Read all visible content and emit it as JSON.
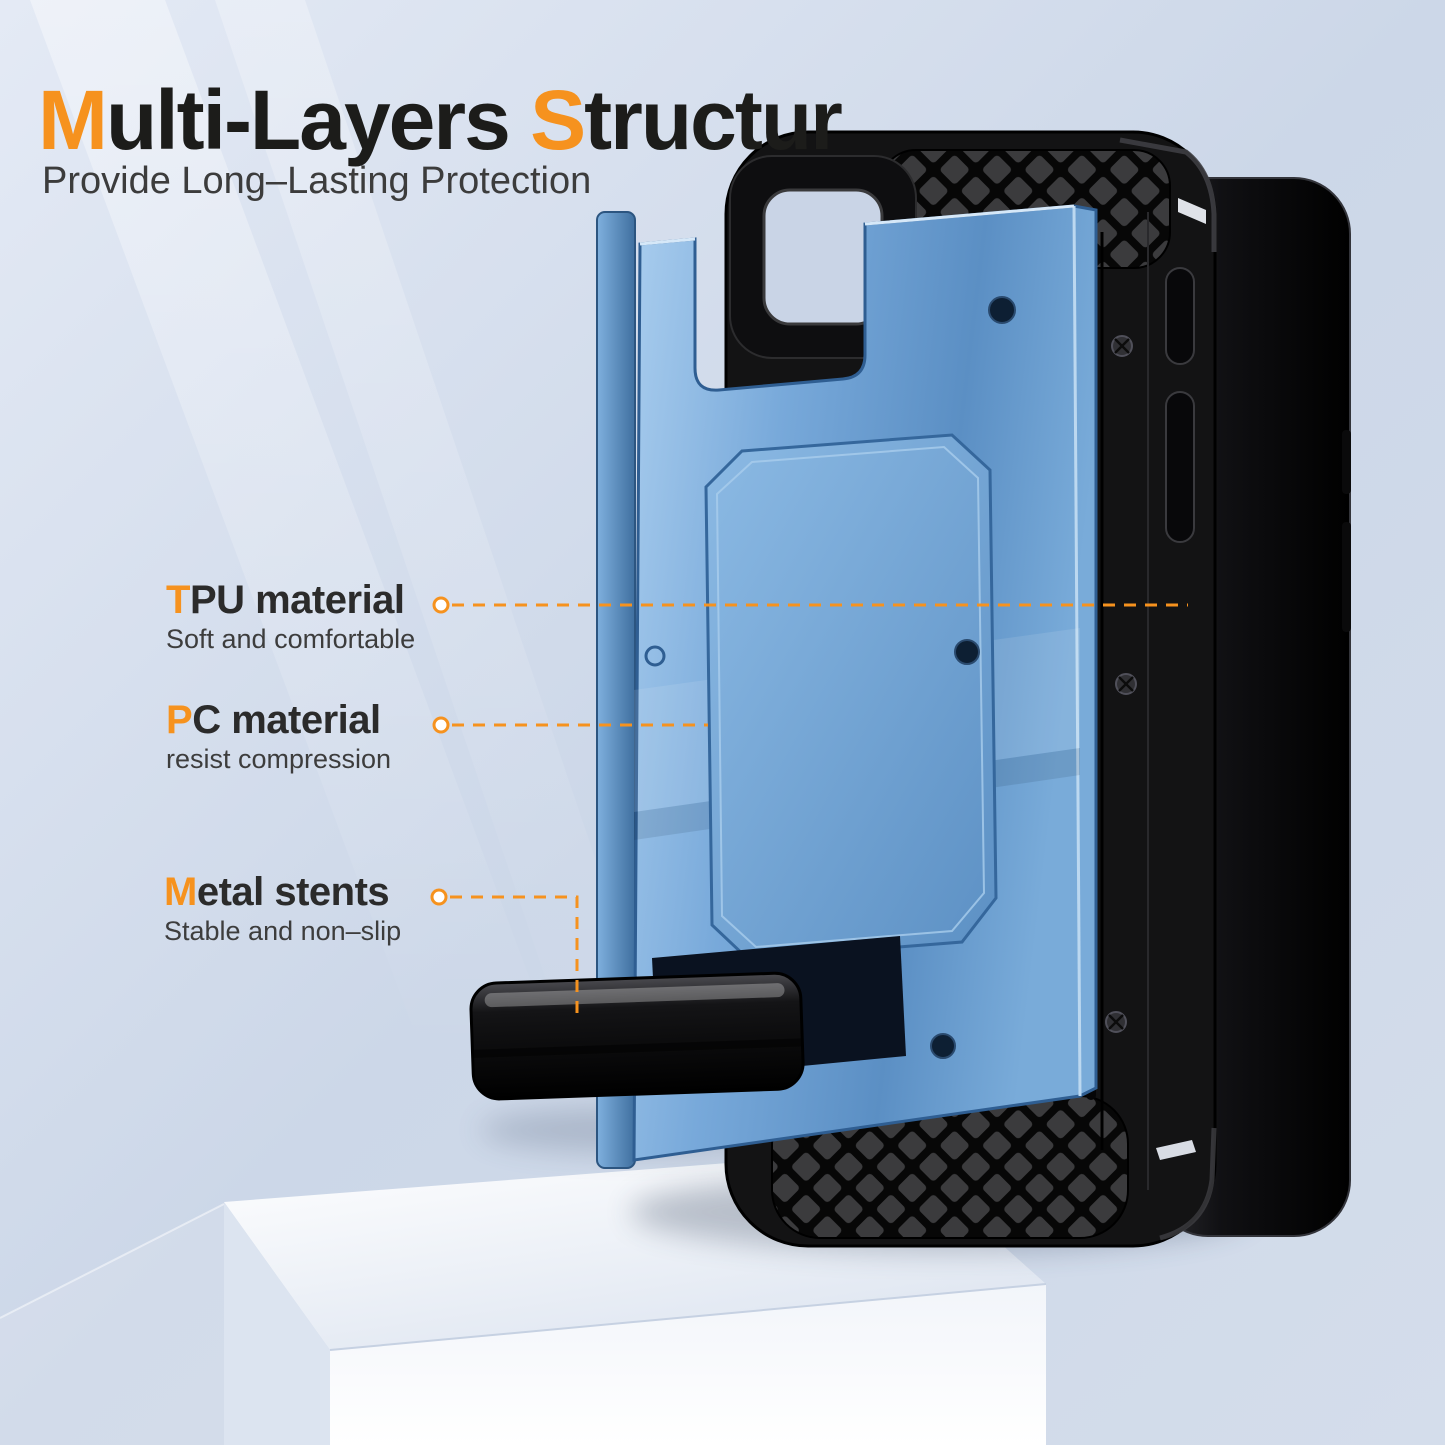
{
  "colors": {
    "accent": "#F6921E",
    "title": "#1c1c1a",
    "subtitle": "#3c3c3c",
    "case_blue": "#6aa0d4",
    "case_black": "#131314",
    "background": "#ccd7e8"
  },
  "header": {
    "title_hl1": "M",
    "title_rest1": "ulti-Layers ",
    "title_hl2": "S",
    "title_rest2": "tructur",
    "subtitle": "Provide Long–Lasting Protection"
  },
  "callouts": [
    {
      "highlight": "T",
      "title_rest": "PU material",
      "description": "Soft and comfortable"
    },
    {
      "highlight": "P",
      "title_rest": "C material",
      "description": "resist compression"
    },
    {
      "highlight": "M",
      "title_rest": "etal stents",
      "description": "Stable and non–slip"
    }
  ],
  "product": {
    "name": "rugged kickstand phone case",
    "depicted_layers": [
      "TPU inner case",
      "PC back shell",
      "Metal kickstand",
      "Phone"
    ]
  }
}
